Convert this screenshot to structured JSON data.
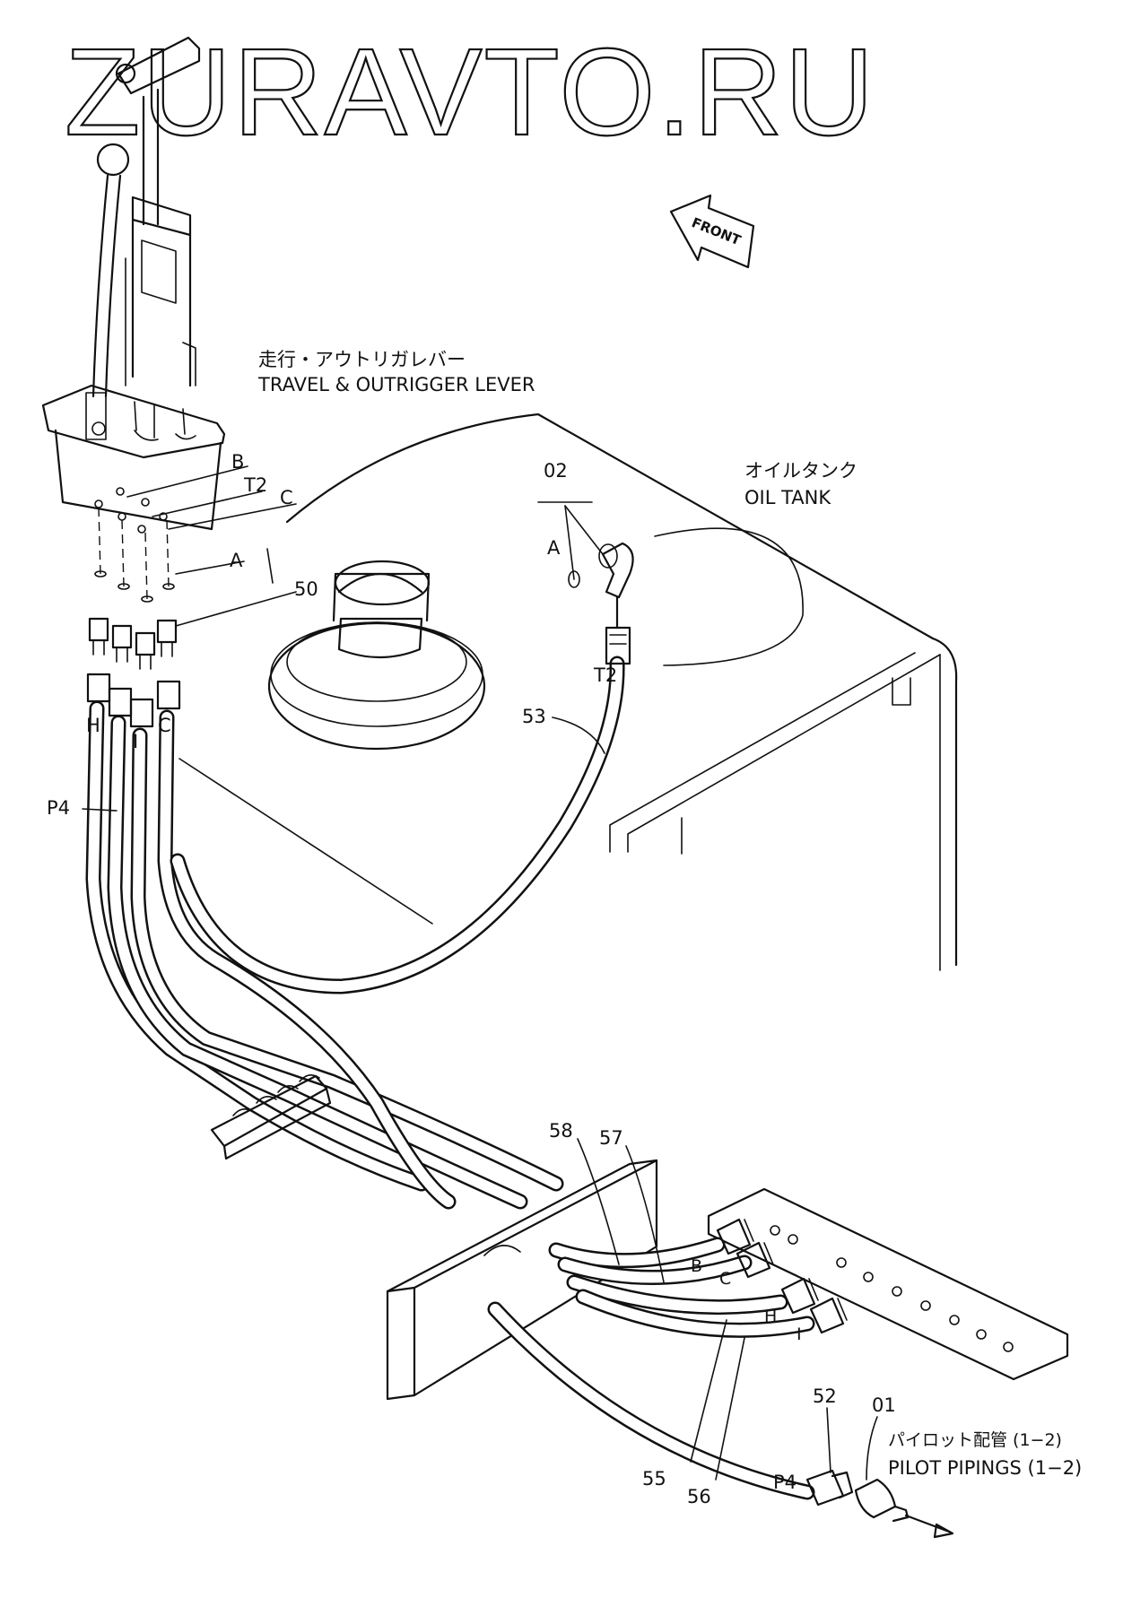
{
  "watermark": "ZURAVTO.RU",
  "front_arrow": {
    "label": "FRONT"
  },
  "lever": {
    "label_jp": "走行・アウトリガレバー",
    "label_en": "TRAVEL & OUTRIGGER LEVER"
  },
  "tank": {
    "label_jp": "オイルタンク",
    "label_en": "OIL TANK"
  },
  "pilot": {
    "label_jp": "パイロット配管 (1−2)",
    "label_en": "PILOT PIPINGS (1−2)"
  },
  "callouts": {
    "p02": "02",
    "p01": "01",
    "p50": "50",
    "p52": "52",
    "p53": "53",
    "p55": "55",
    "p56": "56",
    "p57": "57",
    "p58": "58"
  },
  "port_letters": {
    "B_top": "B",
    "T2_top": "T2",
    "C_top": "C",
    "A_top": "A",
    "A_tank": "A",
    "T2_hose": "T2",
    "H_left": "H",
    "I_left": "I",
    "C_left": "C",
    "P4_left": "P4",
    "B_right": "B",
    "C_right": "C",
    "H_right": "H",
    "I_right": "I",
    "P4_bottom": "P4"
  }
}
